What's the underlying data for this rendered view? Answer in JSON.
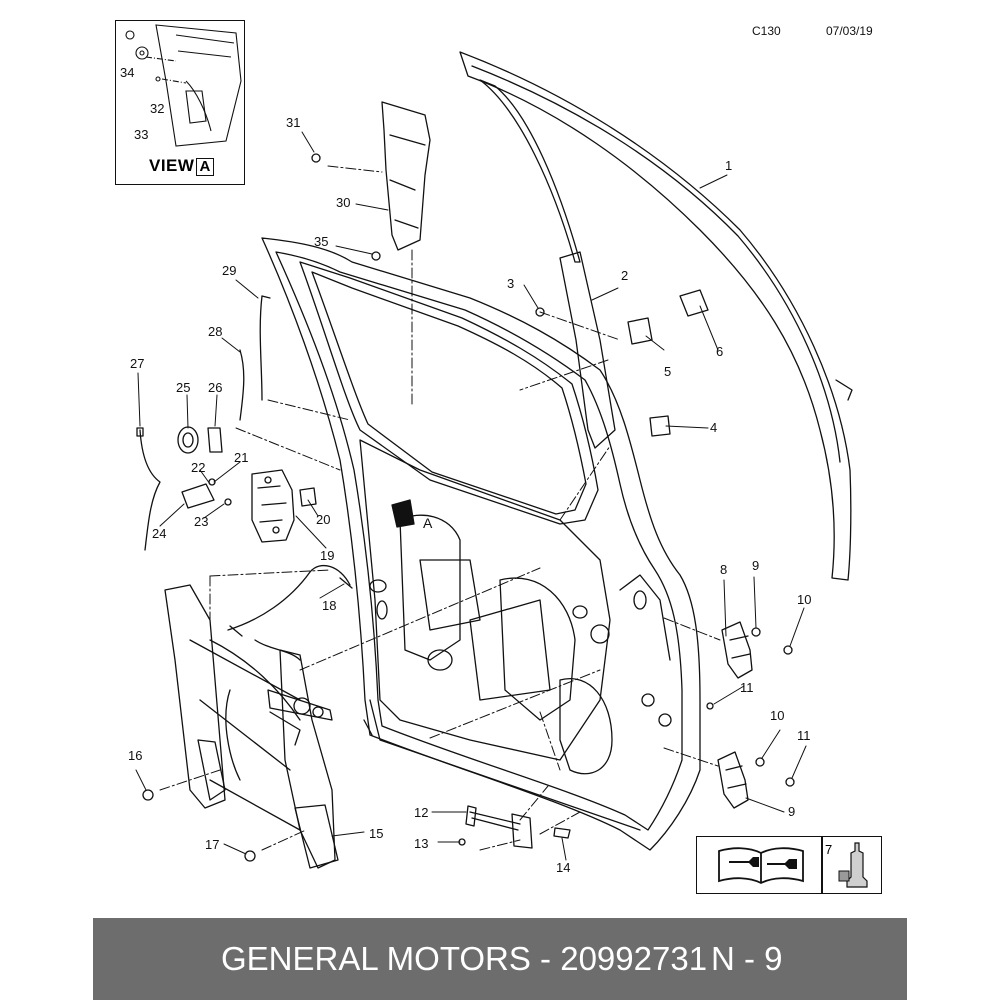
{
  "header": {
    "code": "C130",
    "date": "07/03/19"
  },
  "view_inset": {
    "title": "VIEW",
    "title_letter": "A",
    "callouts": [
      "34",
      "32",
      "33"
    ]
  },
  "door_label": "A",
  "callouts": [
    "1",
    "2",
    "3",
    "4",
    "5",
    "6",
    "8",
    "9",
    "9",
    "10",
    "10",
    "11",
    "11",
    "12",
    "13",
    "14",
    "15",
    "16",
    "17",
    "18",
    "19",
    "20",
    "21",
    "22",
    "23",
    "24",
    "25",
    "26",
    "27",
    "28",
    "29",
    "30",
    "31",
    "35"
  ],
  "legend": {
    "number": "7",
    "manual_icon": "book-wrench-icon",
    "adhesive_icon": "tube-icon"
  },
  "footer": {
    "part_number": "GENERAL MOTORS - 20992731",
    "page": "N - 9"
  },
  "colors": {
    "footer_bg": "#6d6d6d",
    "footer_text": "#ffffff",
    "line": "#111111"
  }
}
